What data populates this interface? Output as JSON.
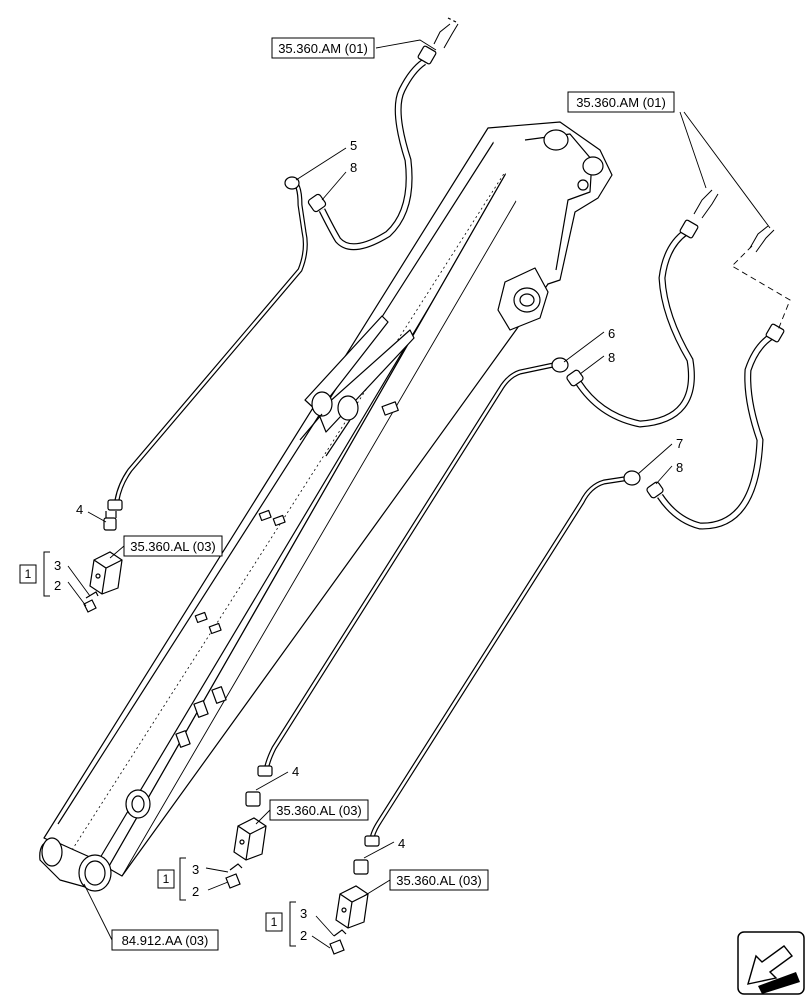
{
  "references": {
    "ref_top_left": "35.360.AM (01)",
    "ref_top_right": "35.360.AM (01)",
    "ref_valve_1": "35.360.AL (03)",
    "ref_valve_2": "35.360.AL (03)",
    "ref_valve_3": "35.360.AL (03)",
    "ref_boom": "84.912.AA (03)"
  },
  "callouts": {
    "n5": "5",
    "n6": "6",
    "n7": "7",
    "n8a": "8",
    "n8b": "8",
    "n8c": "8",
    "n4a": "4",
    "n4b": "4",
    "n4c": "4",
    "n3a": "3",
    "n3b": "3",
    "n3c": "3",
    "n2a": "2",
    "n2b": "2",
    "n2c": "2",
    "kit1a": "1",
    "kit1b": "1",
    "kit1c": "1"
  },
  "icons": {
    "nav": "arrow-navigation-icon"
  }
}
